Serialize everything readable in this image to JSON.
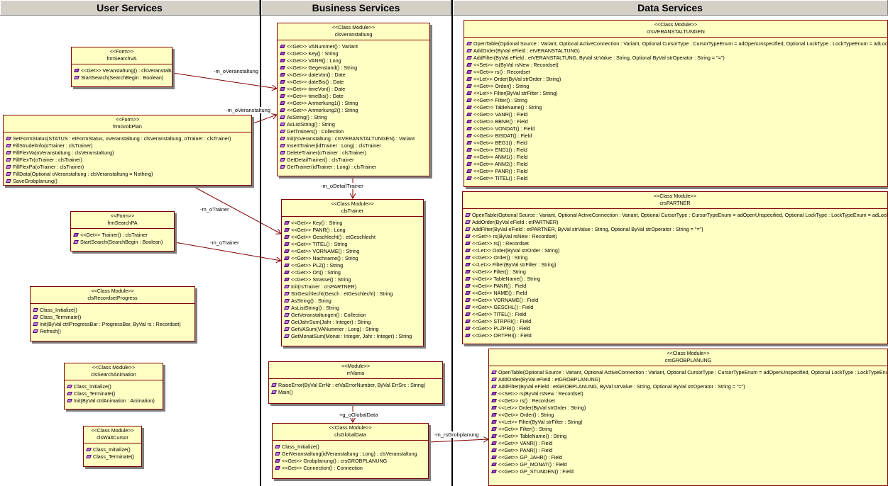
{
  "lanes": [
    {
      "title": "User Services"
    },
    {
      "title": "Business Services"
    },
    {
      "title": "Data Services"
    }
  ],
  "classes": {
    "frmSearchVA": {
      "stereotype": "<<Form>>",
      "name": "frmSearchVA",
      "ops": [
        "<<Get>> Veranstaltung() : clsVeranstaltung",
        "StartSearch(SearchBegin : Boolean)"
      ]
    },
    "frmGrobPlan": {
      "stereotype": "<<Form>>",
      "name": "frmGrobPlan",
      "ops": [
        "SetFormStatus(STATUS : etFormStatus, oVeranstaltung : clsVeranstaltung, oTrainer : clsTrainer)",
        "FillStrudelInfo(oTrainer : clsTrainer)",
        "FillFlexVa(oVeranstaltung : clsVeranstaltung)",
        "FillFlexTr(oTrainer : clsTrainer)",
        "FillFlexPa(oTrainer : clsTrainer)",
        "FillData(Optional oVeranstaltung : clsVeranstaltung = Nothing)",
        "SaveGrobplanung()"
      ]
    },
    "frmSearchPA": {
      "stereotype": "<<Form>>",
      "name": "frmSearchPA",
      "ops": [
        "<<Get>> Trainer() : clsTrainer",
        "StartSearch(SearchBegin : Boolean)"
      ]
    },
    "clsRecordsetProgress": {
      "stereotype": "<<Class Module>>",
      "name": "clsRecordsetProgress",
      "ops": [
        "Class_Initialize()",
        "Class_Terminate()",
        "Init(ByVal ctrlProgressBar : ProgressBar, ByVal rs : Recordset)",
        "Refresh()"
      ]
    },
    "clsSearchAnimation": {
      "stereotype": "<<Class Module>>",
      "name": "clsSearchAnimation",
      "ops": [
        "Class_Initialize()",
        "Class_Terminate()",
        "Init(ByVal ctrlAnimation : Animation)"
      ]
    },
    "clsWaitCursor": {
      "stereotype": "<<Class Module>>",
      "name": "clsWaitCursor",
      "ops": [
        "Class_Initialize()",
        "Class_Terminate()"
      ]
    },
    "clsVeranstaltung": {
      "stereotype": "<<Class Module>>",
      "name": "clsVeranstaltung",
      "ops": [
        "<<Get>> VANummer() : Variant",
        "<<Get>> Key() : String",
        "<<Get>> VANR() : Long",
        "<<Get>> Gegenstand() : String",
        "<<Get>> dateVon() : Date",
        "<<Get>> dateBis() : Date",
        "<<Get>> timeVon() : Date",
        "<<Get>> timeBis() : Date",
        "<<Get>> Anmerkung1() : String",
        "<<Get>> Anmerkung2() : String",
        "AsString() : String",
        "AsListString() : String",
        "GetTrainers() : Collection",
        "Init(rsVeranstaltung : crsVERANSTALTUNGEN) : Variant",
        "InsertTrainer(idTrainer : Long) : clsTrainer",
        "DeleteTrainer(oTrainer : clsTrainer)",
        "GetDetailTrainer() : clsTrainer",
        "GetTrainer(idTrainer : Long) : clsTrainer"
      ]
    },
    "clsTrainer": {
      "stereotype": "<<Class Module>>",
      "name": "clsTrainer",
      "ops": [
        "<<Get>> Key() : String",
        "<<Get>> PANR() : Long",
        "<<Get>> Geschlecht() : etGeschlecht",
        "<<Get>> TITEL() : String",
        "<<Get>> VORNAME() : String",
        "<<Get>> Nachname() : String",
        "<<Get>> PLZ() : String",
        "<<Get>> Ort() : String",
        "<<Get>> Strasse() : String",
        "Init(rsTrainer : crsPARTNER)",
        "StrGeschlecht(Gesch : etGeschlecht) : String",
        "AsString() : String",
        "AsListString() : String",
        "GetVeranstaltungen() : Collection",
        "GetJahrSum(Jahr : Integer) : String",
        "GetVASum(VANummer : Long) : String",
        "GetMonatSum(Monat : Integer, Jahr : Integer) : String"
      ]
    },
    "mVama": {
      "stereotype": "<<Module>>",
      "name": "mVama",
      "ops": [
        "RaiseError(ByVal ErrNr : etVaErrorNumber, ByVal ErrSrc : String)",
        "Main()"
      ]
    },
    "clsGlobalData": {
      "stereotype": "<<Class Module>>",
      "name": "clsGlobalData",
      "ops": [
        "Class_Initialize()",
        "GetVeranstaltung(idVeranstaltung : Long) : clsVeranstaltung",
        "<<Get>> Grobplanung() : crsGROBPLANUNG",
        "<<Get>> Connection() : Connection"
      ]
    },
    "crsVERANSTALTUNGEN": {
      "stereotype": "<<Class Module>>",
      "name": "crsVERANSTALTUNGEN",
      "ops": [
        "OpenTable(Optional Source : Variant, Optional ActiveConnection : Variant, Optional CursorType : CursorTypeEnum = adOpenUnspecified, Optional LockType : LockTypeEnum = adLockUnspecified)",
        "AddOrder(ByVal eField : etVERANSTALTUNG)",
        "AddFilter(ByVal eField : etVERANSTALTUNG, ByVal strValue : String, Optional ByVal strOperator : String = \"=\")",
        "<<Set>> rs(ByVal rsNew : Recordset)",
        "<<Get>> rs() : Recordset",
        "<<Let>> Order(ByVal strOrder : String)",
        "<<Get>> Order() : String",
        "<<Let>> Filter(ByVal strFilter : String)",
        "<<Get>> Filter() : String",
        "<<Get>> TableName() : String",
        "<<Get>> VANR() : Field",
        "<<Get>> BBNR() : Field",
        "<<Get>> VONDAT() : Field",
        "<<Get>> BISDAT() : Field",
        "<<Get>> BEG1() : Field",
        "<<Get>> END1() : Field",
        "<<Get>> ANM1() : Field",
        "<<Get>> ANM2() : Field",
        "<<Get>> PANR() : Field",
        "<<Get>> TITEL() : Field"
      ]
    },
    "crsPARTNER": {
      "stereotype": "<<Class Module>>",
      "name": "crsPARTNER",
      "ops": [
        "OpenTable(Optional Source : Variant, Optional ActiveConnection : Variant, Optional CursorType : CursorTypeEnum = adOpenUnspecified, Optional LockType : LockTypeEnum = adLockUnspecified)",
        "AddOrder(ByVal eField : etPARTNER)",
        "AddFilter(ByVal eField : etPARTNER, ByVal strValue : String, Optional ByVal strOperator : String = \"=\")",
        "<<Set>> rs(ByVal rsNew : Recordset)",
        "<<Get>> rs() : Recordset",
        "<<Let>> Order(ByVal strOrder : String)",
        "<<Get>> Order() : String",
        "<<Let>> Filter(ByVal strFilter : String)",
        "<<Get>> Filter() : String",
        "<<Get>> TableName() : String",
        "<<Get>> PANR() : Field",
        "<<Get>> NAME() : Field",
        "<<Get>> VORNAME() : Field",
        "<<Get>> GESCHL() : Field",
        "<<Get>> TITEL() : Field",
        "<<Get>> STRPRI() : Field",
        "<<Get>> PLZPRI() : Field",
        "<<Get>> ORTPRI() : Field"
      ]
    },
    "crsGROBPLANUNG": {
      "stereotype": "<<Class Module>>",
      "name": "crsGROBPLANUNG",
      "ops": [
        "OpenTable(Optional Source : Variant, Optional ActiveConnection : Variant, Optional CursorType : CursorTypeEnum = adOpenUnspecified, Optional LockType : LockTypeEnum = adLockUnspecified)",
        "AddOrder(ByVal eField : etGROBPLANUNG)",
        "AddFilter(ByVal eField : etGROBPLANUNG, ByVal strValue : String, Optional ByVal strOperator : String = \"=\")",
        "<<Set>> rs(ByVal rsNew : Recordset)",
        "<<Get>> rs() : Recordset",
        "<<Let>> Order(ByVal strOrder : String)",
        "<<Get>> Order() : String",
        "<<Let>> Filter(ByVal strFilter : String)",
        "<<Get>> Filter() : String",
        "<<Get>> TableName() : String",
        "<<Get>> VANR() : Field",
        "<<Get>> PANR() : Field",
        "<<Get>> GP_JAHR() : Field",
        "<<Get>> GP_MONAT() : Field",
        "<<Get>> GP_STUNDEN() : Field"
      ]
    }
  },
  "associations": [
    {
      "label": "-m_oVeranstaltung"
    },
    {
      "label": "-m_oVeranstaltung"
    },
    {
      "label": "-m_oTrainer"
    },
    {
      "label": "-m_oTrainer"
    },
    {
      "label": "-m_oDetailTrainer"
    },
    {
      "label": "+g_oGlobalData"
    },
    {
      "label": "-m_rsGrobplanung"
    }
  ],
  "colors": {
    "box_fill": "#ffffc4",
    "box_border": "#800000",
    "header_bg": "#d4d0c8"
  }
}
